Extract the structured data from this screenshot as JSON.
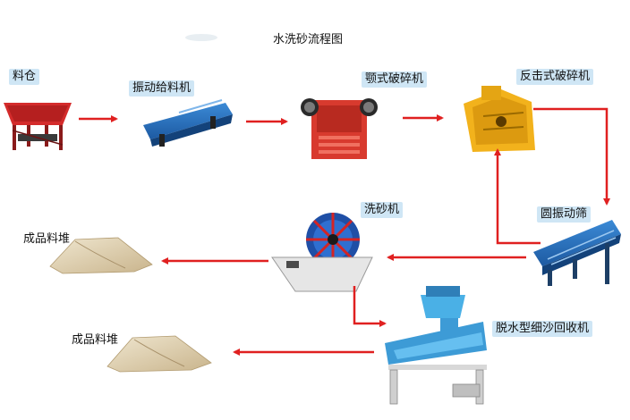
{
  "title": "水洗砂流程图",
  "nodes": {
    "bin": "料仓",
    "feeder": "振动给料机",
    "jaw": "颚式破碎机",
    "impact": "反击式破碎机",
    "screen": "圆振动筛",
    "washer": "洗砂机",
    "recovery": "脱水型细沙回收机",
    "pile1": "成品料堆",
    "pile2": "成品料堆"
  },
  "colors": {
    "arrow": "#e02020",
    "label_bg": "#cfe6f5"
  }
}
